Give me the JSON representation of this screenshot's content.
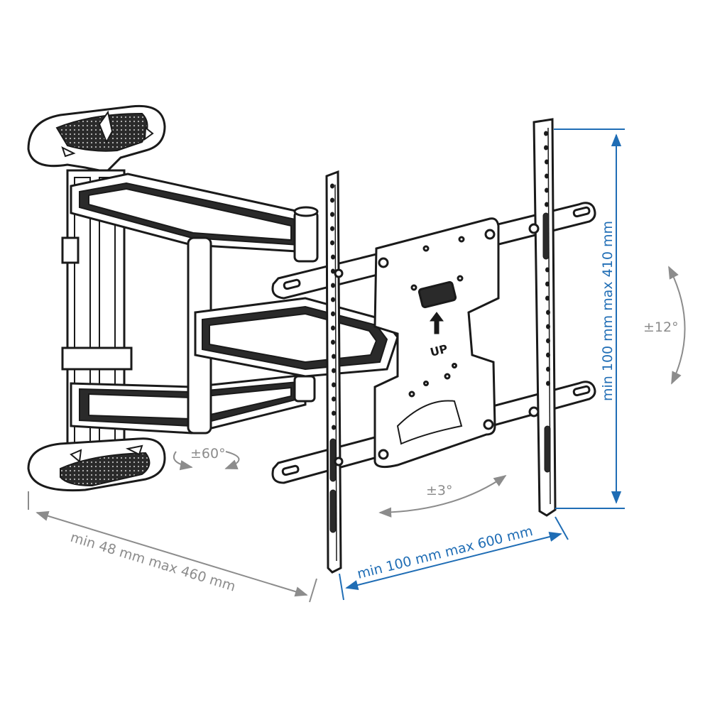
{
  "dimensions": {
    "arm_extension": "min 48 mm max 460 mm",
    "vesa_horizontal": "min 100 mm max 600 mm",
    "vesa_vertical": "min 100 mm max 410 mm"
  },
  "angles": {
    "swivel": "±60°",
    "rotation": "±3°",
    "tilt": "±12°"
  },
  "plate_marking": "UP",
  "colors": {
    "accent_blue": "#1f6db5",
    "dimension_gray": "#8c8c8c",
    "line_black": "#1a1a1a"
  }
}
